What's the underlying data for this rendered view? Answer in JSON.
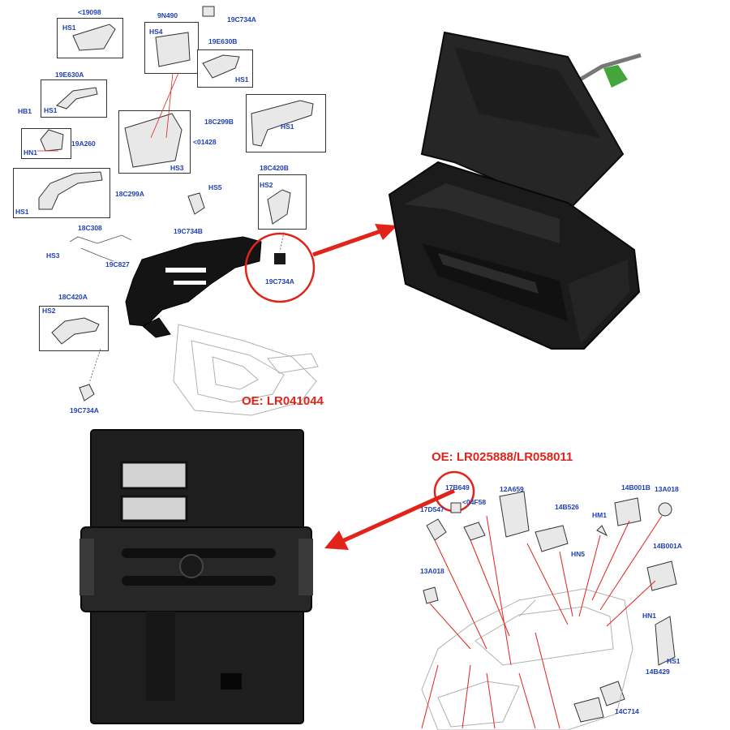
{
  "colors": {
    "label_blue": "#1f3fb4",
    "accent_red": "#e2231a",
    "part_black": "#1c1c1c"
  },
  "oe_labels": {
    "top": "OE: LR041044",
    "bottom": "OE: LR025888/LR058011"
  },
  "top_diagram": {
    "labels": [
      "<19098",
      "HS1",
      "9N490",
      "HS4",
      "19C734A",
      "19E630B",
      "HS1",
      "19E630A",
      "HS1",
      "HB1",
      "HN1",
      "19A260",
      "18C299B",
      "HS1",
      "<01428",
      "HS3",
      "18C299A",
      "HS1",
      "HS5",
      "18C420B",
      "HS2",
      "19C734B",
      "18C308",
      "HS3",
      "19C827",
      "19C734A",
      "18C420A",
      "HS2",
      "19C734A"
    ]
  },
  "bottom_diagram": {
    "labels": [
      "17B649",
      "17D547",
      "<04F58",
      "12A659",
      "14B526",
      "HM1",
      "14B001B",
      "13A018",
      "HN5",
      "14B001A",
      "13A018",
      "HN1",
      "HS1",
      "14B429",
      "14C714"
    ]
  }
}
